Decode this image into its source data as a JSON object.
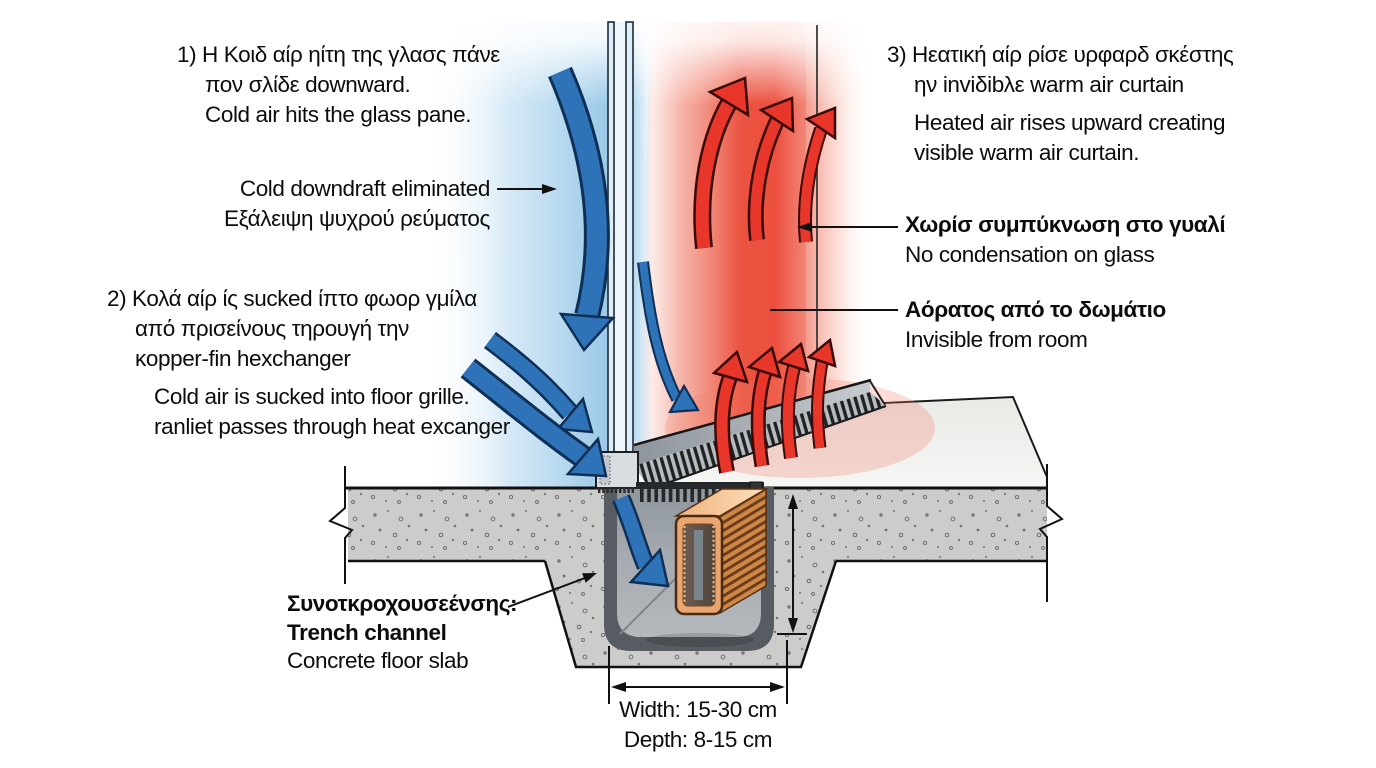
{
  "figure": {
    "step1": {
      "l1": "1) Η Κοιδ αίρ ηίτη της γλασς πάνε",
      "l2": "πον σλίδε downward.",
      "l3": "Cold air hits the glass pane."
    },
    "downdraft": {
      "l1": "Cold downdraft eliminated",
      "l2": "Εξάλειψη ψυχρού ρεύματος"
    },
    "step2": {
      "l1": "2) Κολά αίρ ίς sucked ίπτο φωορ γμίλα",
      "l2": "από πρισείνους τηρουγή την",
      "l3": "κopper-fin hexchanger",
      "l4": "Cold air is sucked into floor grille.",
      "l5": "ranliet passes through heat excanger"
    },
    "step3": {
      "l1": "3) Ηεατική αίρ ρίσε υρφαρδ σκέστης",
      "l2": "ην inviδibλε warm air curtain",
      "l3": "Heated air rises upward creating",
      "l4": "visible warm air curtain."
    },
    "condensation": {
      "l1": "Χωρίσ συμπύκνωση στο γυαλί",
      "l2": "No condensation on glass"
    },
    "invisible": {
      "l1": "Αόρατος από το δωμάτιο",
      "l2": "Invisible from room"
    },
    "trench": {
      "l1": "Συνοτκροχουσεένσης:",
      "l2": "Trench channel",
      "l3": "Concrete floor slab"
    },
    "dims": {
      "width": "Width: 15-30 cm",
      "depth": "Depth: 8-15 cm"
    }
  },
  "colors": {
    "cold_air_arrow": "#2e73b8",
    "warm_air_arrow": "#e8362b",
    "cold_haze": "#9cc9e8",
    "warm_haze": "#ec5140",
    "concrete": "#cbcbc9",
    "copper": "#e9a671",
    "trench_interior": "#a6acb1",
    "line": "#111111"
  }
}
